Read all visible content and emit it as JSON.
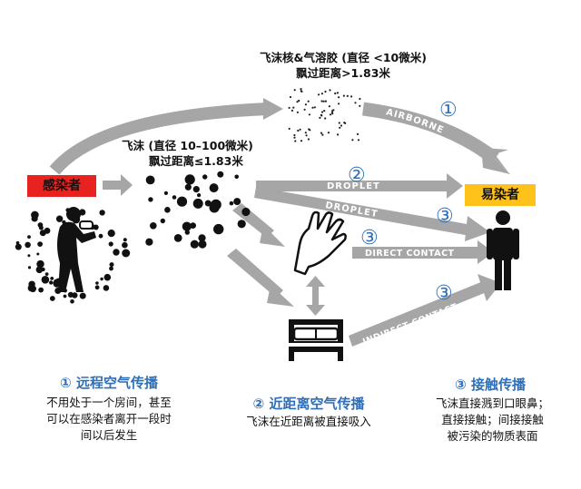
{
  "airborne_top": {
    "line1": "飞沫核&气溶胶 (直径 <10微米)",
    "line2": "飘过距离>1.83米"
  },
  "droplet_top": {
    "line1": "飞沫 (直径 10–100微米)",
    "line2": "飘过距离≤1.83米"
  },
  "infected_label": "感染者",
  "susceptible_label": "易染者",
  "arrows": {
    "airborne": "AIRBORNE",
    "droplet1": "DROPLET",
    "droplet2": "DROPLET",
    "direct_contact": "DIRECT CONTACT",
    "indirect_contact": "INDIRECT CONTACT"
  },
  "markers": {
    "m1": "①",
    "m2": "②",
    "m3": "③"
  },
  "bottom": {
    "t1": "① 远程空气传播",
    "d1a": "不用处于一个房间，甚至",
    "d1b": "可以在感染者离开一段时",
    "d1c": "间以后发生",
    "t2": "② 近距离空气传播",
    "d2": "飞沫在近距离被直接吸入",
    "t3": "③ 接触传播",
    "d3a": "飞沫直接溅到口眼鼻；",
    "d3b": "直接接触；间接接触",
    "d3c": "被污染的物质表面"
  },
  "colors": {
    "arrow": "#a6a6a6",
    "red_box": "#e8231f",
    "yellow_box": "#ffc21a",
    "blue_text": "#2f6fb7"
  },
  "icons": [
    "cough-person-icon",
    "hand-icon",
    "bed-icon",
    "person-icon",
    "double-arrow-icon"
  ]
}
